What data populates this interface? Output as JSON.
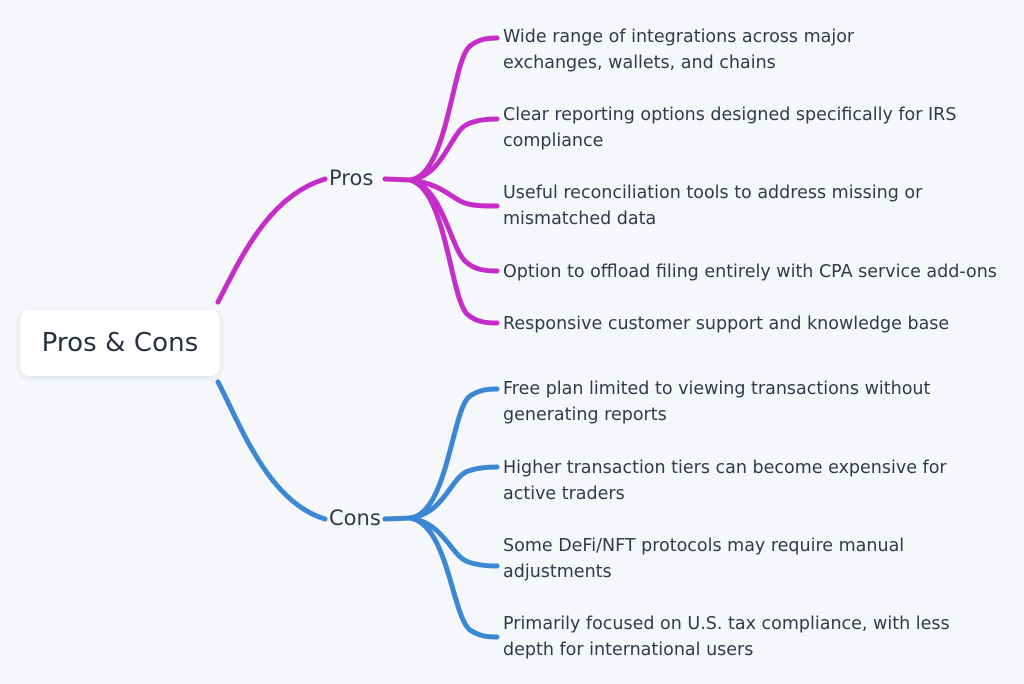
{
  "diagram": {
    "type": "mindmap",
    "background_color": "#f5f7fa",
    "root": {
      "label": "Pros & Cons"
    },
    "branches": [
      {
        "id": "pros",
        "label": "Pros",
        "color": "#c42ec7",
        "items": [
          "Wide range of integrations across major exchanges, wallets, and chains",
          "Clear reporting options designed specifically for IRS compliance",
          "Useful reconciliation tools to address missing or mismatched data",
          "Option to offload filing entirely with CPA service add-ons",
          "Responsive customer support and knowledge base"
        ]
      },
      {
        "id": "cons",
        "label": "Cons",
        "color": "#3b87d4",
        "items": [
          "Free plan limited to viewing transactions without generating reports",
          "Higher transaction tiers can become expensive for active traders",
          "Some DeFi/NFT protocols may require manual adjustments",
          "Primarily focused on U.S. tax compliance, with less depth for international users"
        ]
      }
    ]
  }
}
